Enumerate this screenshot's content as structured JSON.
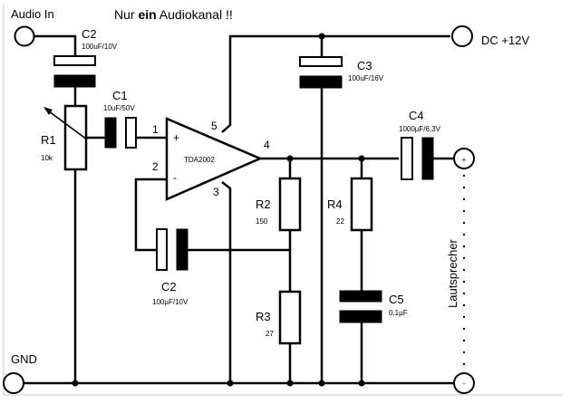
{
  "title": {
    "prefix": "Nur ",
    "emphasis": "ein",
    "suffix": " Audiokanal !!"
  },
  "terminals": {
    "audio_in": "Audio In",
    "dc": "DC +12V",
    "gnd": "GND",
    "speaker_plus": "+",
    "speaker_minus": "-",
    "speaker_label": "Lautsprecher"
  },
  "ic": {
    "name": "TDA2002",
    "in_plus_sign": "+",
    "in_minus_sign": "-",
    "pins": [
      "1",
      "2",
      "3",
      "4",
      "5"
    ]
  },
  "components": {
    "C2_in": {
      "ref": "C2",
      "value": "100uF/10V"
    },
    "C1": {
      "ref": "C1",
      "value": "10uF/50V"
    },
    "R1": {
      "ref": "R1",
      "value": "10k"
    },
    "C3": {
      "ref": "C3",
      "value": "100uF/16V"
    },
    "C4": {
      "ref": "C4",
      "value": "1000µF/6,3V"
    },
    "R2": {
      "ref": "R2",
      "value": "150"
    },
    "R3": {
      "ref": "R3",
      "value": "27"
    },
    "R4": {
      "ref": "R4",
      "value": "22"
    },
    "C2_fb": {
      "ref": "C2",
      "value": "100µF/10V"
    },
    "C5": {
      "ref": "C5",
      "value": "0,1µF"
    }
  }
}
